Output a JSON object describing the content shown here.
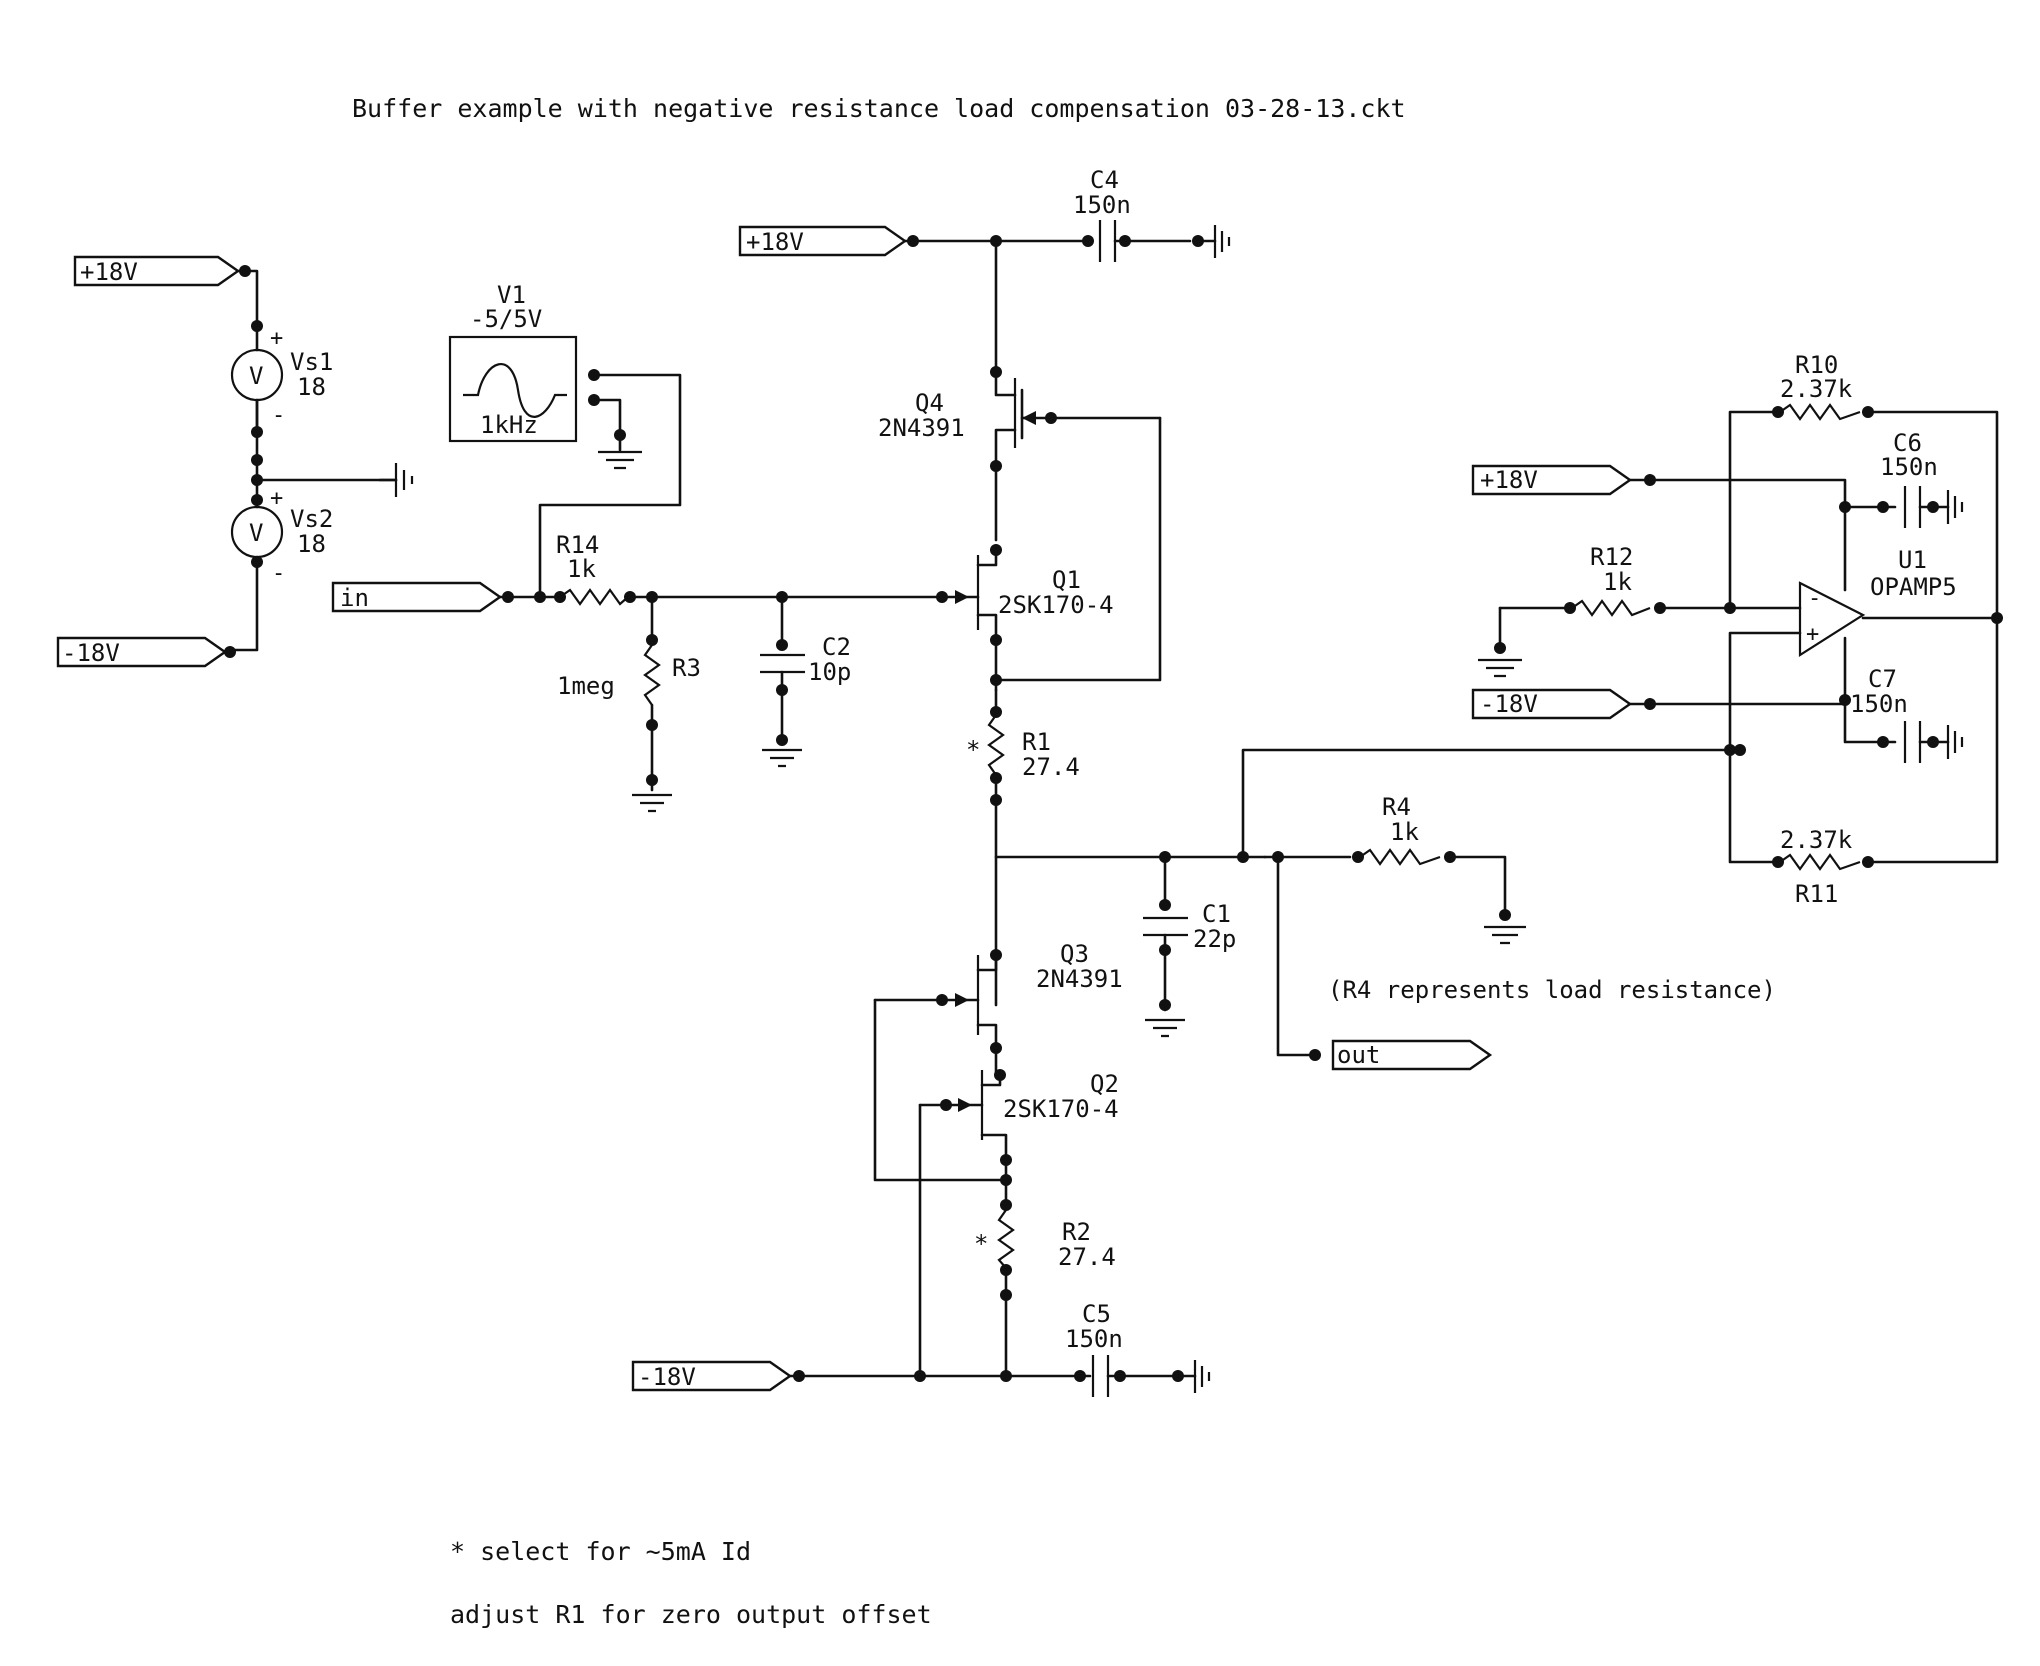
{
  "title": "Buffer example with negative resistance load compensation 03-28-13.ckt",
  "ports": {
    "p_vs_top": "+18V",
    "p_vs_bot": "-18V",
    "p_in": "in",
    "p_top_supply": "+18V",
    "p_bot_supply": "-18V",
    "p_op_pos": "+18V",
    "p_op_neg": "-18V",
    "p_out": "out"
  },
  "components": {
    "vs1": {
      "ref": "Vs1",
      "value": "18",
      "symbol": "V"
    },
    "vs2": {
      "ref": "Vs2",
      "value": "18",
      "symbol": "V"
    },
    "v1": {
      "ref": "V1",
      "value": "-5/5V",
      "freq": "1kHz"
    },
    "r14": {
      "ref": "R14",
      "value": "1k"
    },
    "r3": {
      "ref": "R3",
      "value": "1meg"
    },
    "c2": {
      "ref": "C2",
      "value": "10p"
    },
    "c4": {
      "ref": "C4",
      "value": "150n"
    },
    "q4": {
      "ref": "Q4",
      "value": "2N4391"
    },
    "q1": {
      "ref": "Q1",
      "value": "2SK170-4"
    },
    "r1": {
      "ref": "R1",
      "value": "27.4"
    },
    "c1": {
      "ref": "C1",
      "value": "22p"
    },
    "q3": {
      "ref": "Q3",
      "value": "2N4391"
    },
    "q2": {
      "ref": "Q2",
      "value": "2SK170-4"
    },
    "r2": {
      "ref": "R2",
      "value": "27.4"
    },
    "c5": {
      "ref": "C5",
      "value": "150n"
    },
    "r4": {
      "ref": "R4",
      "value": "1k"
    },
    "r10": {
      "ref": "R10",
      "value": "2.37k"
    },
    "r11": {
      "ref": "R11",
      "value": "2.37k"
    },
    "r12": {
      "ref": "R12",
      "value": "1k"
    },
    "c6": {
      "ref": "C6",
      "value": "150n"
    },
    "c7": {
      "ref": "C7",
      "value": "150n"
    },
    "u1": {
      "ref": "U1",
      "value": "OPAMP5"
    }
  },
  "annotations": {
    "load_note": "(R4 represents load resistance)",
    "note1": "* select for ~5mA Id",
    "note2": "adjust R1 for zero output offset",
    "star": "*"
  }
}
